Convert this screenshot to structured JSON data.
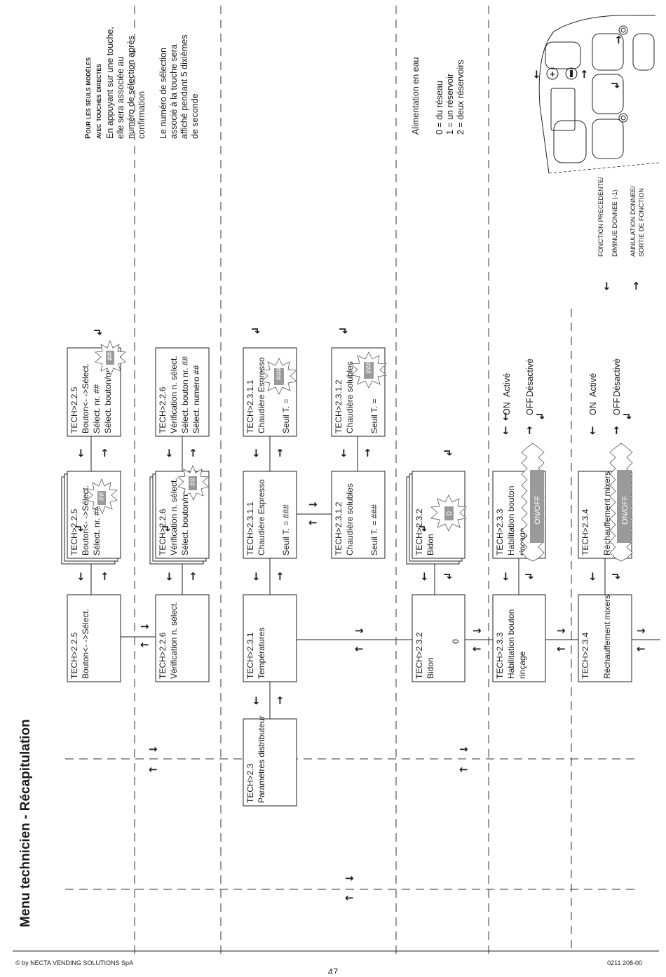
{
  "title": "Menu technicien - Récapitulation",
  "footer": {
    "left": "© by NECTA VENDING SOLUTIONS SpA",
    "right": "0211 208-00",
    "page": "47"
  },
  "boxes": {
    "b225": [
      "TECH>2.2.5",
      "Bouton<- ->Sélect."
    ],
    "b226": [
      "TECH>2.2.6",
      "Vérification n. sélect."
    ],
    "b225s": [
      "TECH>2.2.5",
      "Bouton<- ->Sélect.",
      "Sélect. nr. ##"
    ],
    "b226s": [
      "TECH>2.2.6",
      "Vérification n. sélect.",
      "Sélect. bouton/nr. ##"
    ],
    "b225d": [
      "TECH>2.2.5",
      "Bouton<- ->Sélect.",
      "Sélect. nr. ##",
      "Sélect. bouton/nr."
    ],
    "b226d": [
      "TECH>2.2.6",
      "Vérification n. sélect.",
      "Sélect. bouton nr. ##",
      "Sélect. numéro ##"
    ],
    "b23": [
      "TECH>2.3",
      "Paramètres distributeur"
    ],
    "b231": [
      "TECH>2.3.1",
      "Températures"
    ],
    "b2311": [
      "TECH>2.3.1.1",
      "Chaudière Espresso"
    ],
    "b2311v": "Seuil T. = ###",
    "b2312": [
      "TECH>2.3.1.2",
      "Chaudière solubles"
    ],
    "b2312v": "Seuil T. = ###",
    "b2311e": [
      "TECH>2.3.1.1",
      "Chaudière Espresso"
    ],
    "b2311ev": "Seuil T. =",
    "b2312e": [
      "TECH>2.3.1.2",
      "Chaudière solubles"
    ],
    "b2312ev": "Seuil T. =",
    "b232": [
      "TECH>2.3.2",
      "Bidon"
    ],
    "b232v": "0",
    "b232s": [
      "TECH>2.3.2",
      "Bidon"
    ],
    "b233": [
      "TECH>2.3.3",
      "Habilitation  bouton",
      "rinçage"
    ],
    "b233s": [
      "TECH>2.3.3",
      "Habilitation  bouton",
      "rinçage"
    ],
    "b234": [
      "TECH>2.3.4",
      "Réchauffement mixers"
    ],
    "b234s": [
      "TECH>2.3.4",
      "Réchauffement mixers"
    ]
  },
  "values": {
    "hash2": "##",
    "hash3": "###",
    "zero": "0",
    "onoff": "ON/OFF"
  },
  "onoff": {
    "on": "ON",
    "on_text": "Activé",
    "off": "OFF",
    "off_text": "Désactivé"
  },
  "notes": {
    "direct_keys": {
      "heading_l1": "Pour les seuls modèles",
      "heading_l2": "avec touches directes",
      "para1": [
        "En appuyant sur une touche,",
        "elle sera associée au",
        "numéro de sélection après",
        "confirmation"
      ],
      "para2": [
        "Le numéro de sélection",
        "associé à la touche sera",
        "affiché pendant 5 dixièmes",
        "de seconde"
      ]
    },
    "water": [
      "Alimentation en eau",
      "",
      "0 = du réseau",
      "1 = un réservoir",
      "2 = deux réservoirs"
    ]
  },
  "legend": {
    "prev": [
      "FONCTION PRECEDENTE/",
      "DIMINUE DONNEE (-1)"
    ],
    "cancel": [
      "ANNULATION DONNEE/",
      "SORTIE DE FONCTION"
    ]
  },
  "icons": {
    "left": "arrow-left",
    "right": "arrow-right",
    "up": "arrow-up",
    "down": "arrow-down",
    "enter": "enter-arrow",
    "plus": "plus-key",
    "minus": "minus-key"
  }
}
